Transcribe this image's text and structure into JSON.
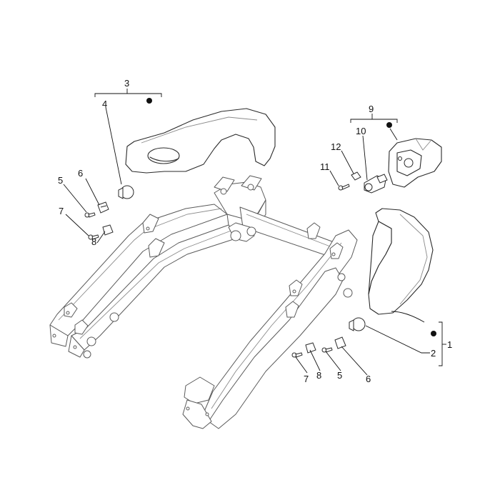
{
  "callouts": {
    "c1": "1",
    "c2a": "2",
    "c3": "3",
    "c4": "4",
    "c5a": "5",
    "c6a": "6",
    "c7a": "7",
    "c8a": "8",
    "c9": "9",
    "c10": "10",
    "c11": "11",
    "c12": "12",
    "c5b": "5",
    "c6b": "6",
    "c7b": "7",
    "c8b": "8"
  }
}
